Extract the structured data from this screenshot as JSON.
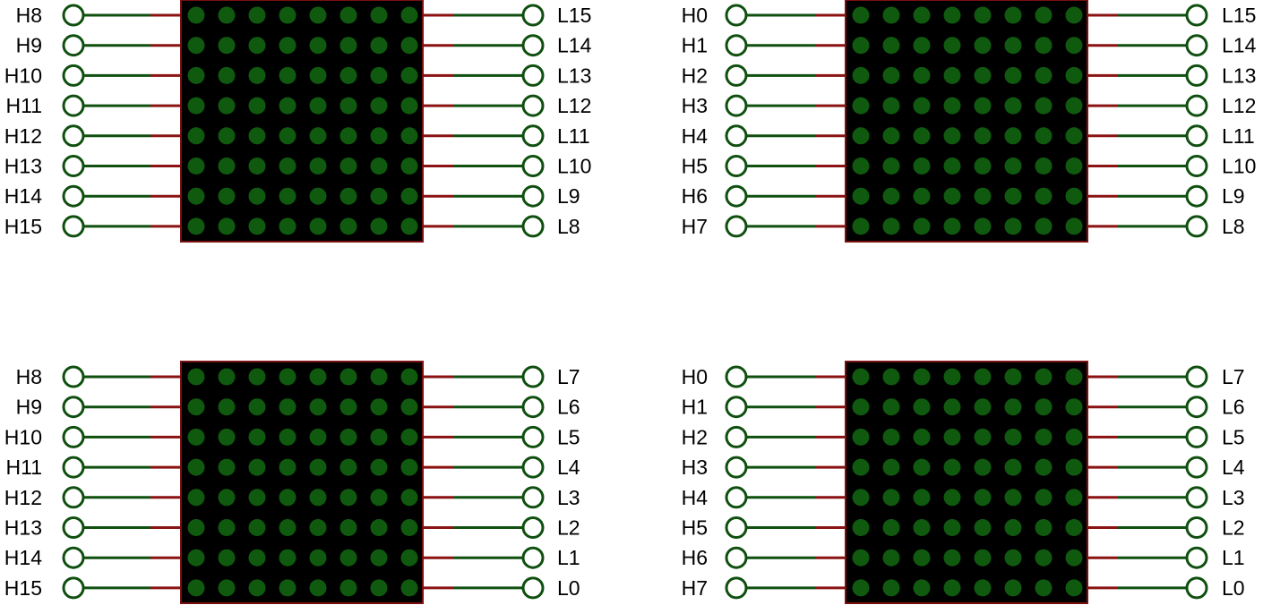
{
  "colors": {
    "wire": "#0f4f0f",
    "wire_near_body": "#8a1212",
    "matrix_body": "#000000",
    "matrix_border": "#7a1010",
    "led_off": "#0f5a0f",
    "terminal_fill": "#ffffff"
  },
  "matrices": [
    {
      "id": "top-left",
      "left_pins": [
        "H8",
        "H9",
        "H10",
        "H11",
        "H12",
        "H13",
        "H14",
        "H15"
      ],
      "right_pins": [
        "L15",
        "L14",
        "L13",
        "L12",
        "L11",
        "L10",
        "L9",
        "L8"
      ],
      "rows": 8,
      "cols": 8
    },
    {
      "id": "top-right",
      "left_pins": [
        "H0",
        "H1",
        "H2",
        "H3",
        "H4",
        "H5",
        "H6",
        "H7"
      ],
      "right_pins": [
        "L15",
        "L14",
        "L13",
        "L12",
        "L11",
        "L10",
        "L9",
        "L8"
      ],
      "rows": 8,
      "cols": 8
    },
    {
      "id": "bottom-left",
      "left_pins": [
        "H8",
        "H9",
        "H10",
        "H11",
        "H12",
        "H13",
        "H14",
        "H15"
      ],
      "right_pins": [
        "L7",
        "L6",
        "L5",
        "L4",
        "L3",
        "L2",
        "L1",
        "L0"
      ],
      "rows": 8,
      "cols": 8
    },
    {
      "id": "bottom-right",
      "left_pins": [
        "H0",
        "H1",
        "H2",
        "H3",
        "H4",
        "H5",
        "H6",
        "H7"
      ],
      "right_pins": [
        "L7",
        "L6",
        "L5",
        "L4",
        "L3",
        "L2",
        "L1",
        "L0"
      ],
      "rows": 8,
      "cols": 8
    }
  ]
}
